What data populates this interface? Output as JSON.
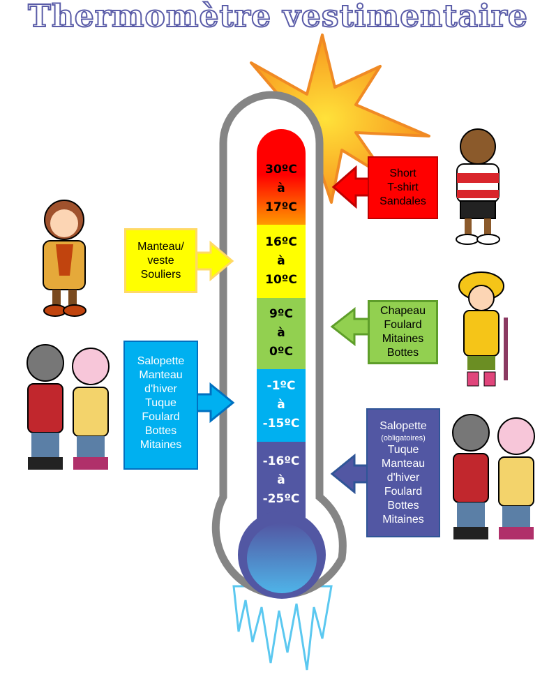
{
  "title": "Thermomètre vestimentaire",
  "colors": {
    "red": "#ff0000",
    "yellow": "#ffff00",
    "green": "#92d050",
    "blue": "#00b0f0",
    "purple": "#5257a3",
    "tube": "#858585",
    "title": "#5a5ca8"
  },
  "ranges": [
    {
      "from": "30ºC",
      "sep": "à",
      "to": "17ºC"
    },
    {
      "from": "16ºC",
      "sep": "à",
      "to": "10ºC"
    },
    {
      "from": "9ºC",
      "sep": "à",
      "to": "0ºC"
    },
    {
      "from": "-1ºC",
      "sep": "à",
      "to": "-15ºC"
    },
    {
      "from": "-16ºC",
      "sep": "à",
      "to": "-25ºC"
    }
  ],
  "clothing": {
    "hot": [
      "Short",
      "T-shirt",
      "Sandales"
    ],
    "mild": [
      "Manteau/",
      "veste",
      "Souliers"
    ],
    "cool": [
      "Chapeau",
      "Foulard",
      "Mitaines",
      "Bottes"
    ],
    "cold": [
      "Salopette",
      "Manteau",
      "d'hiver",
      "Tuque",
      "Foulard",
      "Bottes",
      "Mitaines"
    ],
    "very_cold": [
      "Salopette",
      "(obligatoires)",
      "Tuque",
      "Manteau",
      "d'hiver",
      "Foulard",
      "Bottes",
      "Mitaines"
    ]
  }
}
